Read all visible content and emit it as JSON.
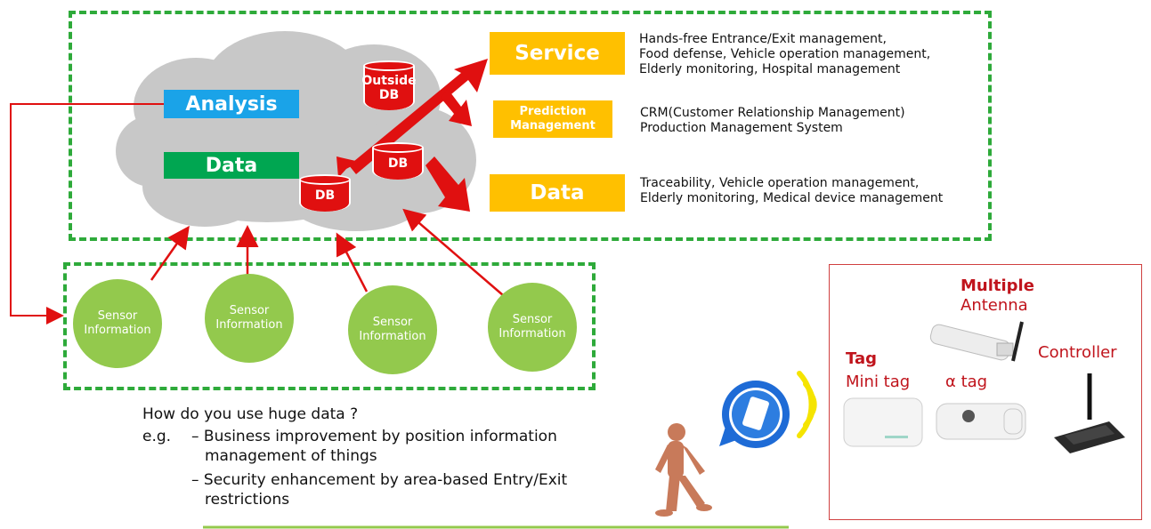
{
  "cloud": {
    "analysis_label": "Analysis",
    "data_label": "Data",
    "db_labels": [
      "DB",
      "DB"
    ],
    "outside_db_label": "Outside DB"
  },
  "services": [
    {
      "label": "Service",
      "description": [
        "Hands-free Entrance/Exit management,",
        "Food defense, Vehicle operation management,",
        "Elderly monitoring, Hospital management"
      ]
    },
    {
      "label": "Prediction Management",
      "description": [
        "CRM(Customer Relationship Management)",
        "Production Management System"
      ]
    },
    {
      "label": "Data",
      "description": [
        "Traceability, Vehicle operation management,",
        "Elderly monitoring, Medical device management"
      ]
    }
  ],
  "sensors": [
    "Sensor Information",
    "Sensor Information",
    "Sensor Information",
    "Sensor Information"
  ],
  "question": {
    "title": "How do you use huge data ?",
    "prefix": "e.g.",
    "items": [
      [
        "– Business improvement by position information",
        "management of things"
      ],
      [
        "– Security enhancement by area-based Entry/Exit",
        "restrictions"
      ]
    ]
  },
  "devices": {
    "multiple_bold": "Multiple",
    "antenna": "Antenna",
    "controller": "Controller",
    "tag_bold": "Tag",
    "mini_tag": "Mini tag",
    "alpha_tag": "α tag"
  },
  "colors": {
    "dash_green": "#2eaa3a",
    "analysis_blue": "#1aa3e8",
    "data_green": "#00a651",
    "service_orange": "#ffc000",
    "arrow_red": "#e01010",
    "sensor_green": "#93c94d",
    "cloud_gray": "#c8c8c8"
  }
}
